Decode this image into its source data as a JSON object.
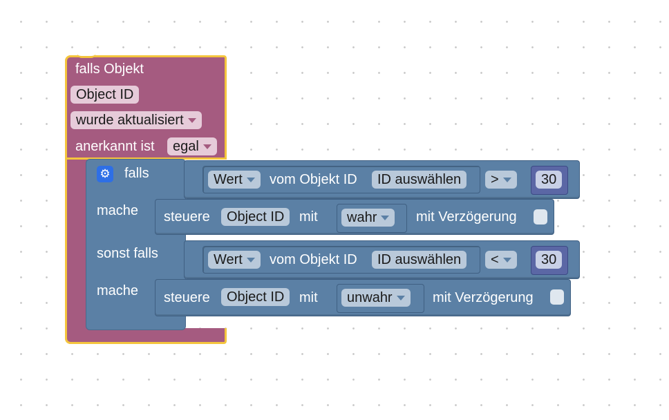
{
  "trigger": {
    "title": "falls Objekt",
    "object_id_label": "Object ID",
    "event_dropdown": "wurde aktualisiert",
    "ack_label": "anerkannt ist",
    "ack_dropdown": "egal"
  },
  "if_block": {
    "if_label": "falls",
    "do_label": "mache",
    "elseif_label": "sonst falls",
    "do2_label": "mache"
  },
  "cond1": {
    "prop_dropdown": "Wert",
    "of_object_label": "vom Objekt ID",
    "id_select": "ID auswählen",
    "operator": ">",
    "number": "30"
  },
  "action1": {
    "control_label": "steuere",
    "object_id": "Object ID",
    "with_label": "mit",
    "value_dropdown": "wahr",
    "delay_label": "mit Verzögerung"
  },
  "cond2": {
    "prop_dropdown": "Wert",
    "of_object_label": "vom Objekt ID",
    "id_select": "ID auswählen",
    "operator": "<",
    "number": "30"
  },
  "action2": {
    "control_label": "steuere",
    "object_id": "Object ID",
    "with_label": "mit",
    "value_dropdown": "unwahr",
    "delay_label": "mit Verzögerung"
  },
  "icons": {
    "gear": "gear-icon",
    "dropdown": "chevron-down-icon"
  },
  "colors": {
    "trigger_block": "#a55b80",
    "trigger_outline": "#f4c53d",
    "logic_block": "#5b80a5",
    "number_block": "#5b67a5",
    "gear_button": "#2e6fe6"
  }
}
